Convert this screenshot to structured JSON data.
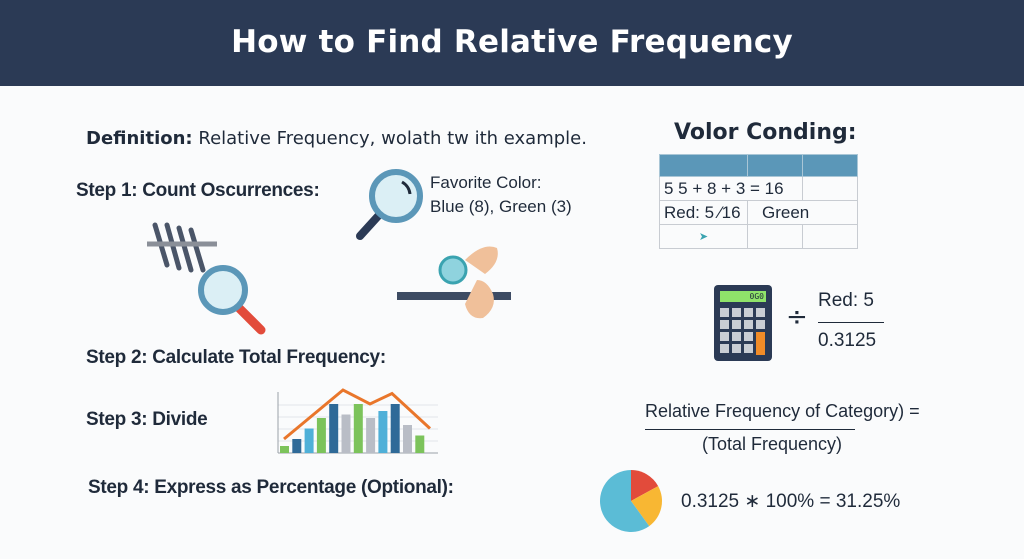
{
  "header": {
    "title": "How to Find Relative Frequency"
  },
  "definition": {
    "label": "Definition:",
    "text": "Relative Frequency, wolath tw ith example."
  },
  "steps": [
    {
      "label": "Step 1: Count Oscurrences:"
    },
    {
      "label": "Step 2: Calculate Total Frequency:"
    },
    {
      "label": "Step 3: Divide"
    },
    {
      "label": "Step 4: Express as Percentage (Optional):"
    }
  ],
  "favorite": {
    "line1": "Favorite Color:",
    "line2": "Blue (8), Green (3)"
  },
  "coding": {
    "title": "Volor Conding:",
    "row1": "5 5 + 8 + 3 = 16",
    "row2_a": "Red: 5 ⁄16",
    "row2_b": "Green"
  },
  "calculator": {
    "display": "0G0"
  },
  "division": {
    "symbol": "÷",
    "numerator": "Red: 5",
    "denominator": "0.3125"
  },
  "formula": {
    "numerator": "Relative Frequency of Category) =",
    "denominator": "(Total Frequency)"
  },
  "result": {
    "text": "0.3125 ∗ 100% = 31.25%"
  },
  "bar_icon": {
    "values": [
      2,
      4,
      7,
      10,
      14,
      11,
      14,
      10,
      12,
      14,
      8,
      5
    ],
    "colors": [
      "#7cc35b",
      "#2f6a98",
      "#4fb0d8",
      "#7cc35b",
      "#2f6a98",
      "#b9bdc6",
      "#7cc35b",
      "#b9bdc6",
      "#4fb0d8",
      "#2f6a98",
      "#b9bdc6",
      "#7cc35b"
    ],
    "trend": [
      4,
      18,
      14,
      17,
      7
    ]
  },
  "pie_icon": {
    "slices": [
      {
        "value": 17,
        "color": "#e24b3b"
      },
      {
        "value": 23,
        "color": "#f8b733"
      },
      {
        "value": 60,
        "color": "#5bbcd6"
      }
    ]
  },
  "colors": {
    "header": "#2b3a55",
    "accent": "#e9762b"
  }
}
